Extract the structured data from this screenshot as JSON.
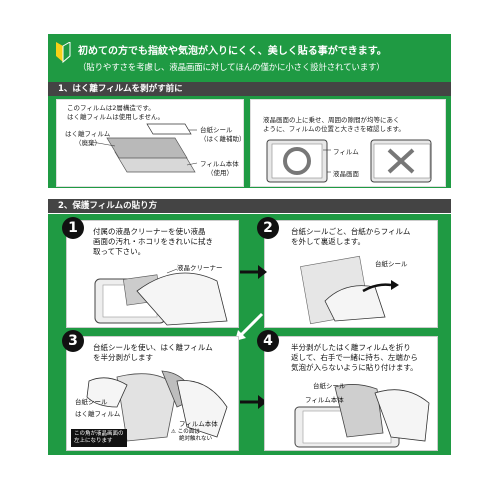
{
  "header": {
    "line1": "初めての方でも指紋や気泡が入りにくく、美しく貼る事ができます。",
    "line2": "（貼りやすさを考慮し、液晶画面に対してほんの僅かに小さく設計されています）",
    "icon": "beginner-leaf-icon",
    "colors": {
      "green": "#1f9a43",
      "yellow": "#f7d117"
    }
  },
  "section1": {
    "title": "1、はく離フィルムを剥がす前に",
    "left_intro": [
      "このフィルムは2層構造です。",
      "はく離フィルムは使用しません。"
    ],
    "label_peel": [
      "はく離フィルム",
      "（廃棄）"
    ],
    "label_tab": [
      "台紙シール",
      "（はく離補助）"
    ],
    "label_film": [
      "フィルム本体",
      "（使用）"
    ],
    "right_text": [
      "液晶画面の上に乗せ、周囲の隙間が均等にあく",
      "ように、フィルムの位置と大きさを確認します。"
    ],
    "label_r_film": "フィルム",
    "label_r_screen": "液晶画面",
    "ok_icon": "circle-ok-icon",
    "ng_icon": "cross-ng-icon"
  },
  "section2": {
    "title": "2、保護フィルムの貼り方",
    "steps": [
      {
        "num": "1",
        "text": [
          "付属の液晶クリーナーを使い液晶",
          "画面の汚れ・ホコリをきれいに拭き",
          "取って下さい。"
        ],
        "label": "液晶クリーナー"
      },
      {
        "num": "2",
        "text": [
          "台紙シールごと、台紙からフィルム",
          "を外して裏返します。"
        ],
        "label": "台紙シール"
      },
      {
        "num": "3",
        "text": [
          "台紙シールを使い、はく離フィルム",
          "を半分剥がします"
        ],
        "labels": [
          "台紙シール",
          "はく離フィルム",
          "フィルム本体"
        ],
        "warn1": [
          "この角が液晶画面の",
          "左上になります"
        ],
        "warn2": [
          "この面は",
          "絶対触れない"
        ]
      },
      {
        "num": "4",
        "text": [
          "半分剥がしたはく離フィルムを折り",
          "返して、右手で一緒に持ち、左端から",
          "気泡が入らないように貼り付けます。"
        ],
        "labels": [
          "台紙シール",
          "フィルム本体"
        ]
      }
    ]
  }
}
